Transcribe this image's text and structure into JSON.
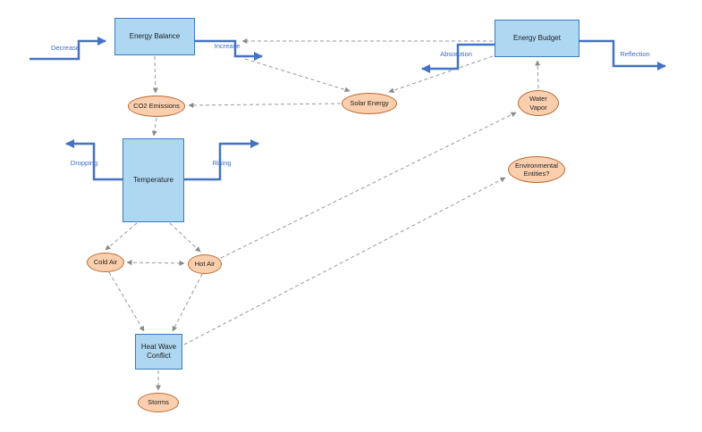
{
  "diagram": {
    "nodes": {
      "energy_balance": {
        "label": "Energy Balance",
        "shape": "rectangle"
      },
      "energy_budget": {
        "label": "Energy Budget",
        "shape": "rectangle"
      },
      "co2_emissions": {
        "label": "CO2 Emissions",
        "shape": "ellipse"
      },
      "solar_energy": {
        "label": "Solar Energy",
        "shape": "ellipse"
      },
      "water_vapor": {
        "label": "Water Vapor",
        "shape": "ellipse"
      },
      "temperature": {
        "label": "Temperature",
        "shape": "rectangle"
      },
      "environmental_entities": {
        "label": "Environmental Entities?",
        "shape": "ellipse"
      },
      "cold_air": {
        "label": "Cold Air",
        "shape": "ellipse"
      },
      "hot_air": {
        "label": "Hot Air",
        "shape": "ellipse"
      },
      "heat_wave_conflict": {
        "label": "Heat Wave Conflict",
        "shape": "rectangle"
      },
      "storms": {
        "label": "Storms",
        "shape": "ellipse"
      }
    },
    "edges": {
      "decrease": {
        "label": "Decrease",
        "type": "flow-arrow"
      },
      "increase": {
        "label": "Increase",
        "type": "flow-arrow"
      },
      "absorption": {
        "label": "Absorption",
        "type": "flow-arrow"
      },
      "reflection": {
        "label": "Reflection",
        "type": "flow-arrow"
      },
      "dropping": {
        "label": "Dropping",
        "type": "flow-arrow"
      },
      "rising": {
        "label": "Rising",
        "type": "flow-arrow"
      }
    },
    "connections": [
      {
        "from": "Energy Balance",
        "to": "CO2 Emissions",
        "style": "dashed"
      },
      {
        "from": "Solar Energy",
        "to": "CO2 Emissions",
        "style": "dashed"
      },
      {
        "from": "Energy Balance (Increase)",
        "to": "Solar Energy",
        "style": "dashed"
      },
      {
        "from": "Energy Budget",
        "to": "Solar Energy",
        "style": "dashed"
      },
      {
        "from": "Energy Budget",
        "to": "Energy Balance",
        "style": "dashed"
      },
      {
        "from": "Water Vapor",
        "to": "Energy Budget",
        "style": "dashed"
      },
      {
        "from": "CO2 Emissions",
        "to": "Temperature",
        "style": "dashed"
      },
      {
        "from": "Temperature",
        "to": "Cold Air",
        "style": "dashed"
      },
      {
        "from": "Temperature",
        "to": "Hot Air",
        "style": "dashed"
      },
      {
        "from": "Cold Air",
        "to": "Hot Air",
        "style": "dashed-bidirectional"
      },
      {
        "from": "Cold Air",
        "to": "Heat Wave Conflict",
        "style": "dashed"
      },
      {
        "from": "Hot Air",
        "to": "Heat Wave Conflict",
        "style": "dashed"
      },
      {
        "from": "Hot Air",
        "to": "Water Vapor",
        "style": "dashed"
      },
      {
        "from": "Heat Wave Conflict",
        "to": "Environmental Entities?",
        "style": "dashed"
      },
      {
        "from": "Heat Wave Conflict",
        "to": "Storms",
        "style": "dashed"
      }
    ],
    "colors": {
      "process_fill": "#aed7f2",
      "process_border": "#3a7bbf",
      "entity_fill": "#fbcfae",
      "entity_border": "#b96a34",
      "flow_arrow": "#4472c4",
      "flow_label": "#3b6cc5",
      "connector": "#999999",
      "background": "#ffffff"
    }
  }
}
